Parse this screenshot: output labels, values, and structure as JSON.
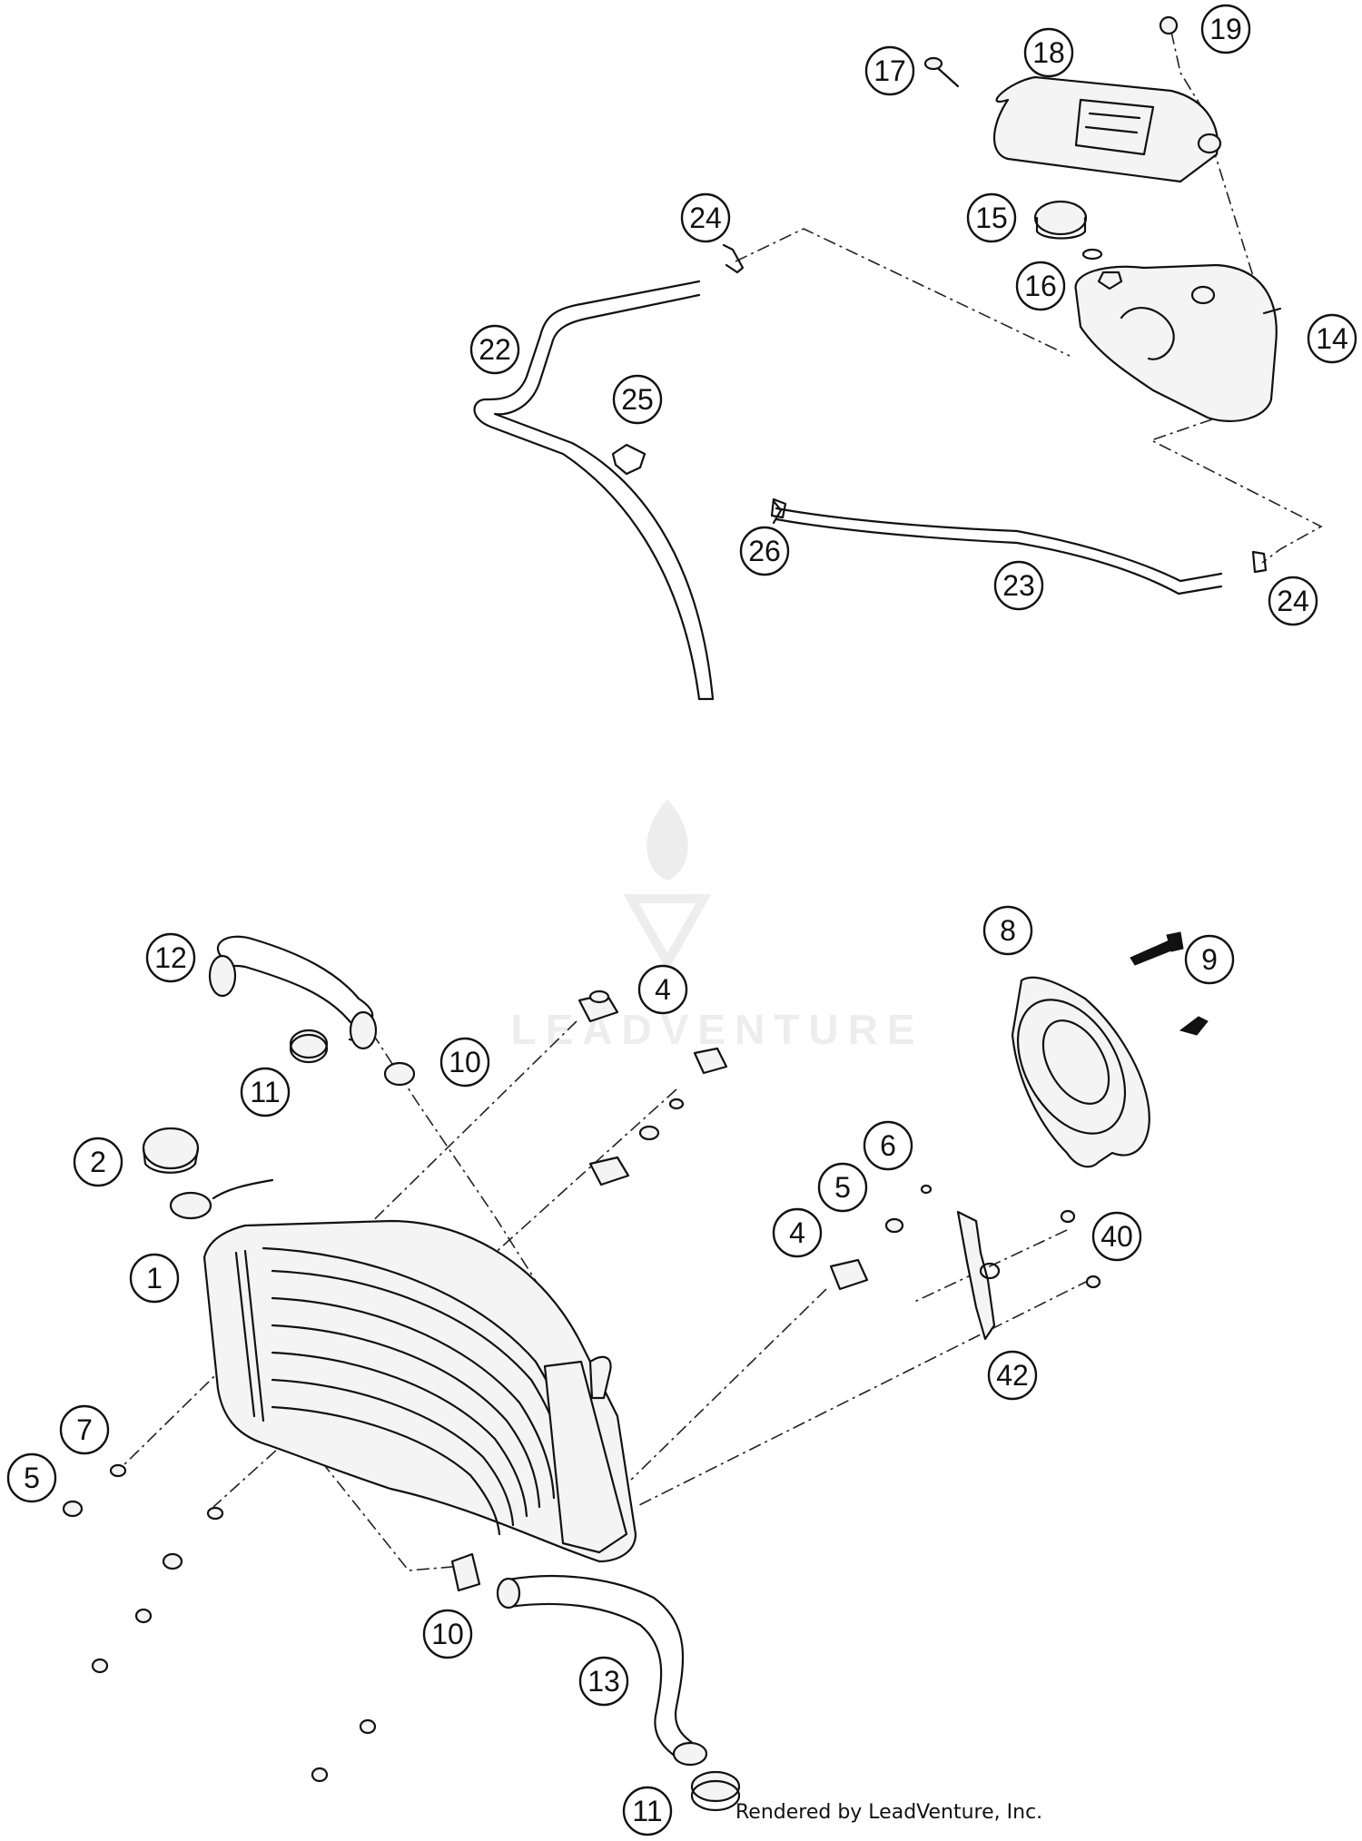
{
  "watermark": {
    "text": "LEADVENTURE"
  },
  "credit": "Rendered by LeadVenture, Inc.",
  "callouts": [
    {
      "id": "c19",
      "label": "19"
    },
    {
      "id": "c18",
      "label": "18"
    },
    {
      "id": "c17",
      "label": "17"
    },
    {
      "id": "c15",
      "label": "15"
    },
    {
      "id": "c24a",
      "label": "24"
    },
    {
      "id": "c16",
      "label": "16"
    },
    {
      "id": "c22",
      "label": "22"
    },
    {
      "id": "c14",
      "label": "14"
    },
    {
      "id": "c25",
      "label": "25"
    },
    {
      "id": "c26",
      "label": "26"
    },
    {
      "id": "c23",
      "label": "23"
    },
    {
      "id": "c24b",
      "label": "24"
    },
    {
      "id": "c8",
      "label": "8"
    },
    {
      "id": "c9",
      "label": "9"
    },
    {
      "id": "c12",
      "label": "12"
    },
    {
      "id": "c4a",
      "label": "4"
    },
    {
      "id": "c10a",
      "label": "10"
    },
    {
      "id": "c11a",
      "label": "11"
    },
    {
      "id": "c6",
      "label": "6"
    },
    {
      "id": "c2",
      "label": "2"
    },
    {
      "id": "c5a",
      "label": "5"
    },
    {
      "id": "c4b",
      "label": "4"
    },
    {
      "id": "c40",
      "label": "40"
    },
    {
      "id": "c1",
      "label": "1"
    },
    {
      "id": "c42",
      "label": "42"
    },
    {
      "id": "c7",
      "label": "7"
    },
    {
      "id": "c5b",
      "label": "5"
    },
    {
      "id": "c10b",
      "label": "10"
    },
    {
      "id": "c13",
      "label": "13"
    },
    {
      "id": "c11b",
      "label": "11"
    }
  ]
}
